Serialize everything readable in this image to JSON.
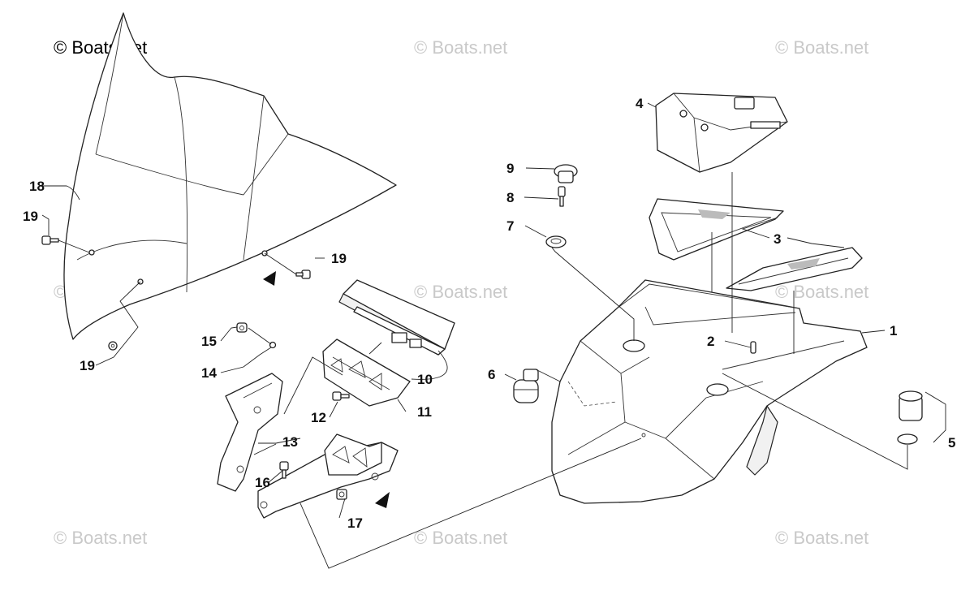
{
  "watermark": {
    "main": "© Boats.net",
    "repeat": "© Boats.net"
  },
  "callouts": [
    {
      "id": "c1",
      "label": "1"
    },
    {
      "id": "c2",
      "label": "2"
    },
    {
      "id": "c3",
      "label": "3"
    },
    {
      "id": "c4",
      "label": "4"
    },
    {
      "id": "c5",
      "label": "5"
    },
    {
      "id": "c6",
      "label": "6"
    },
    {
      "id": "c7",
      "label": "7"
    },
    {
      "id": "c8",
      "label": "8"
    },
    {
      "id": "c9",
      "label": "9"
    },
    {
      "id": "c10",
      "label": "10"
    },
    {
      "id": "c11",
      "label": "11"
    },
    {
      "id": "c12",
      "label": "12"
    },
    {
      "id": "c13",
      "label": "13"
    },
    {
      "id": "c14",
      "label": "14"
    },
    {
      "id": "c15",
      "label": "15"
    },
    {
      "id": "c16",
      "label": "16"
    },
    {
      "id": "c17",
      "label": "17"
    },
    {
      "id": "c18",
      "label": "18"
    },
    {
      "id": "c19a",
      "label": "19"
    },
    {
      "id": "c19b",
      "label": "19"
    },
    {
      "id": "c19c",
      "label": "19"
    }
  ]
}
